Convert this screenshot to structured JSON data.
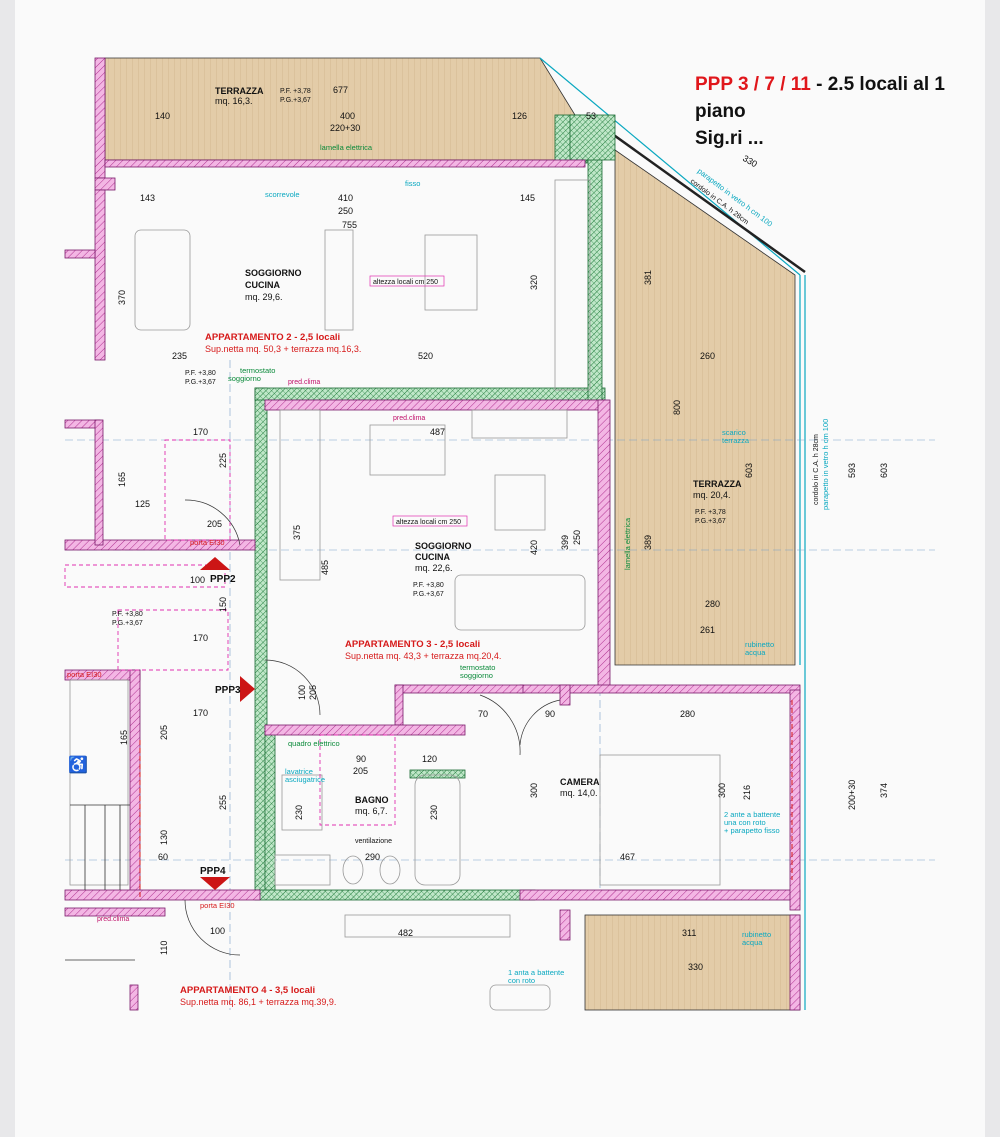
{
  "header": {
    "code": "PPP 3 / 7 / 11",
    "description": " - 2.5 locali al 1 piano",
    "client": "Sig.ri ..."
  },
  "rooms": {
    "terrazza_top": {
      "name": "TERRAZZA",
      "area": "mq. 16,3."
    },
    "soggiorno2": {
      "name1": "SOGGIORNO",
      "name2": "CUCINA",
      "area": "mq. 29,6."
    },
    "soggiorno3": {
      "name1": "SOGGIORNO",
      "name2": "CUCINA",
      "area": "mq. 22,6."
    },
    "terrazza_right": {
      "name": "TERRAZZA",
      "area": "mq. 20,4."
    },
    "camera": {
      "name": "CAMERA",
      "area": "mq. 14,0."
    },
    "bagno": {
      "name": "BAGNO",
      "area": "mq. 6,7."
    }
  },
  "apartments": {
    "apt2": {
      "title": "APPARTAMENTO 2 - 2,5 locali",
      "sub": "Sup.netta mq. 50,3 + terrazza mq.16,3."
    },
    "apt3": {
      "title": "APPARTAMENTO 3 - 2,5 locali",
      "sub": "Sup.netta mq. 43,3 + terrazza mq.20,4."
    },
    "apt4": {
      "title": "APPARTAMENTO 4 - 3,5 locali",
      "sub": "Sup.netta mq. 86,1 + terrazza mq.39,9."
    }
  },
  "stairs": {
    "ppp2": "PPP2",
    "ppp3": "PPP3",
    "ppp4": "PPP4"
  },
  "notes": {
    "altezza": "altezza locali cm 250",
    "pf378": "P.F. +3,78",
    "pg367": "P.G.+3,67",
    "pf380": "P.F. +3,80",
    "pg367b": "P.G.+3,67",
    "pred_clima": "pred.clima",
    "termostato": "termostato",
    "soggiorno": "soggiorno",
    "porta_ei30": "porta EI30",
    "lamella": "lamella elettrica",
    "scorrevole": "scorrevole",
    "fisso": "fisso",
    "quadro": "quadro elettrico",
    "lavatrice": "lavatrice",
    "asciugatrice": "asciugatrice",
    "ventilazione": "ventilazione",
    "rubinetto": "rubinetto",
    "acqua": "acqua",
    "scarico": "scarico",
    "terrazza_word": "terrazza",
    "parapetto_vetro": "parapetto in vetro h cm 100",
    "cordolo": "cordolo in C.A. h 28cm",
    "ante": "2 ante a battente",
    "ante2": "una con roto",
    "ante3": "+ parapetto fisso",
    "ante_batt": "1 anta a battente",
    "con_roto": "con roto"
  },
  "dims": {
    "d677": "677",
    "d400": "400",
    "d22030": "220+30",
    "d140": "140",
    "d126": "126",
    "d53": "53",
    "d410": "410",
    "d250": "250",
    "d755": "755",
    "d143": "143",
    "d145": "145",
    "d370": "370",
    "d320": "320",
    "d235": "235",
    "d520": "520",
    "d260": "260",
    "d381": "381",
    "d800": "800",
    "d603": "603",
    "d593": "593",
    "d330": "330",
    "d170": "170",
    "d487": "487",
    "d225": "225",
    "d205": "205",
    "d125": "125",
    "d165": "165",
    "d375": "375",
    "d485": "485",
    "d420": "420",
    "d399": "399",
    "d250b": "250",
    "d389": "389",
    "d280": "280",
    "d261": "261",
    "d150": "150",
    "d100": "100",
    "d90": "90",
    "d300": "300",
    "d467": "467",
    "d290": "290",
    "d230": "230",
    "d120": "120",
    "d70": "70",
    "d482": "482",
    "d311": "311",
    "d216": "216",
    "d20030": "200+30",
    "d374": "374",
    "d60": "60",
    "d130": "130",
    "d110": "110",
    "d255": "255"
  },
  "colors": {
    "wall_pink": "#e060c0",
    "wall_green": "#1f9a4a",
    "terrace": "#e2c9a6",
    "title_red": "#e0161b"
  }
}
